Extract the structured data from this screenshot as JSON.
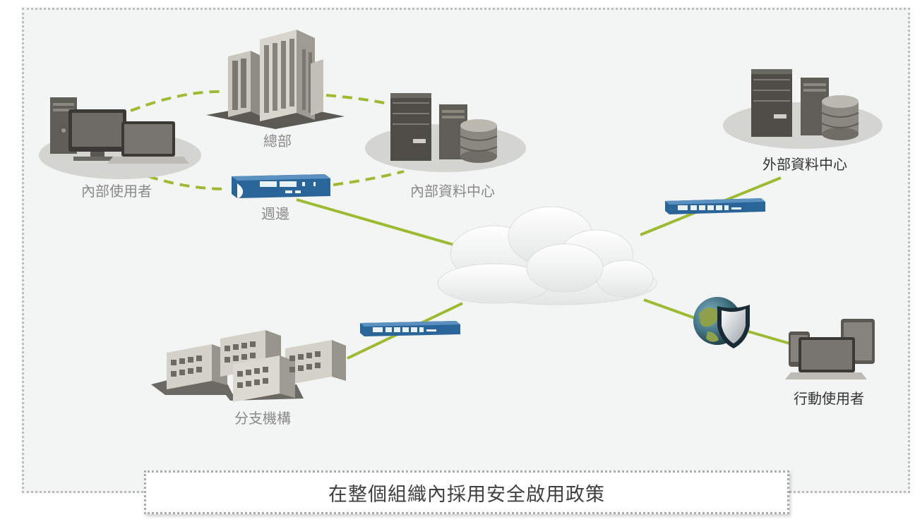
{
  "nodes": {
    "internal_users": "內部使用者",
    "headquarters": "總部",
    "internal_datacenter": "內部資料中心",
    "perimeter": "週邊",
    "external_datacenter": "外部資料中心",
    "branch_offices": "分支機構",
    "mobile_users": "行動使用者"
  },
  "banner": "在整個組織內採用安全啟用政策",
  "icons": [
    "desktop-computer-icon",
    "laptop-icon",
    "building-icon",
    "server-rack-icon",
    "database-icon",
    "firewall-appliance-icon",
    "cloud-icon",
    "globe-icon",
    "shield-icon",
    "tablet-icon",
    "office-buildings-icon"
  ],
  "colors": {
    "link": "#9dbb32",
    "appliance": "#2a6599",
    "label_gray": "#8a8a8a",
    "label_dark": "#333333",
    "frame": "#b9bcbc"
  }
}
